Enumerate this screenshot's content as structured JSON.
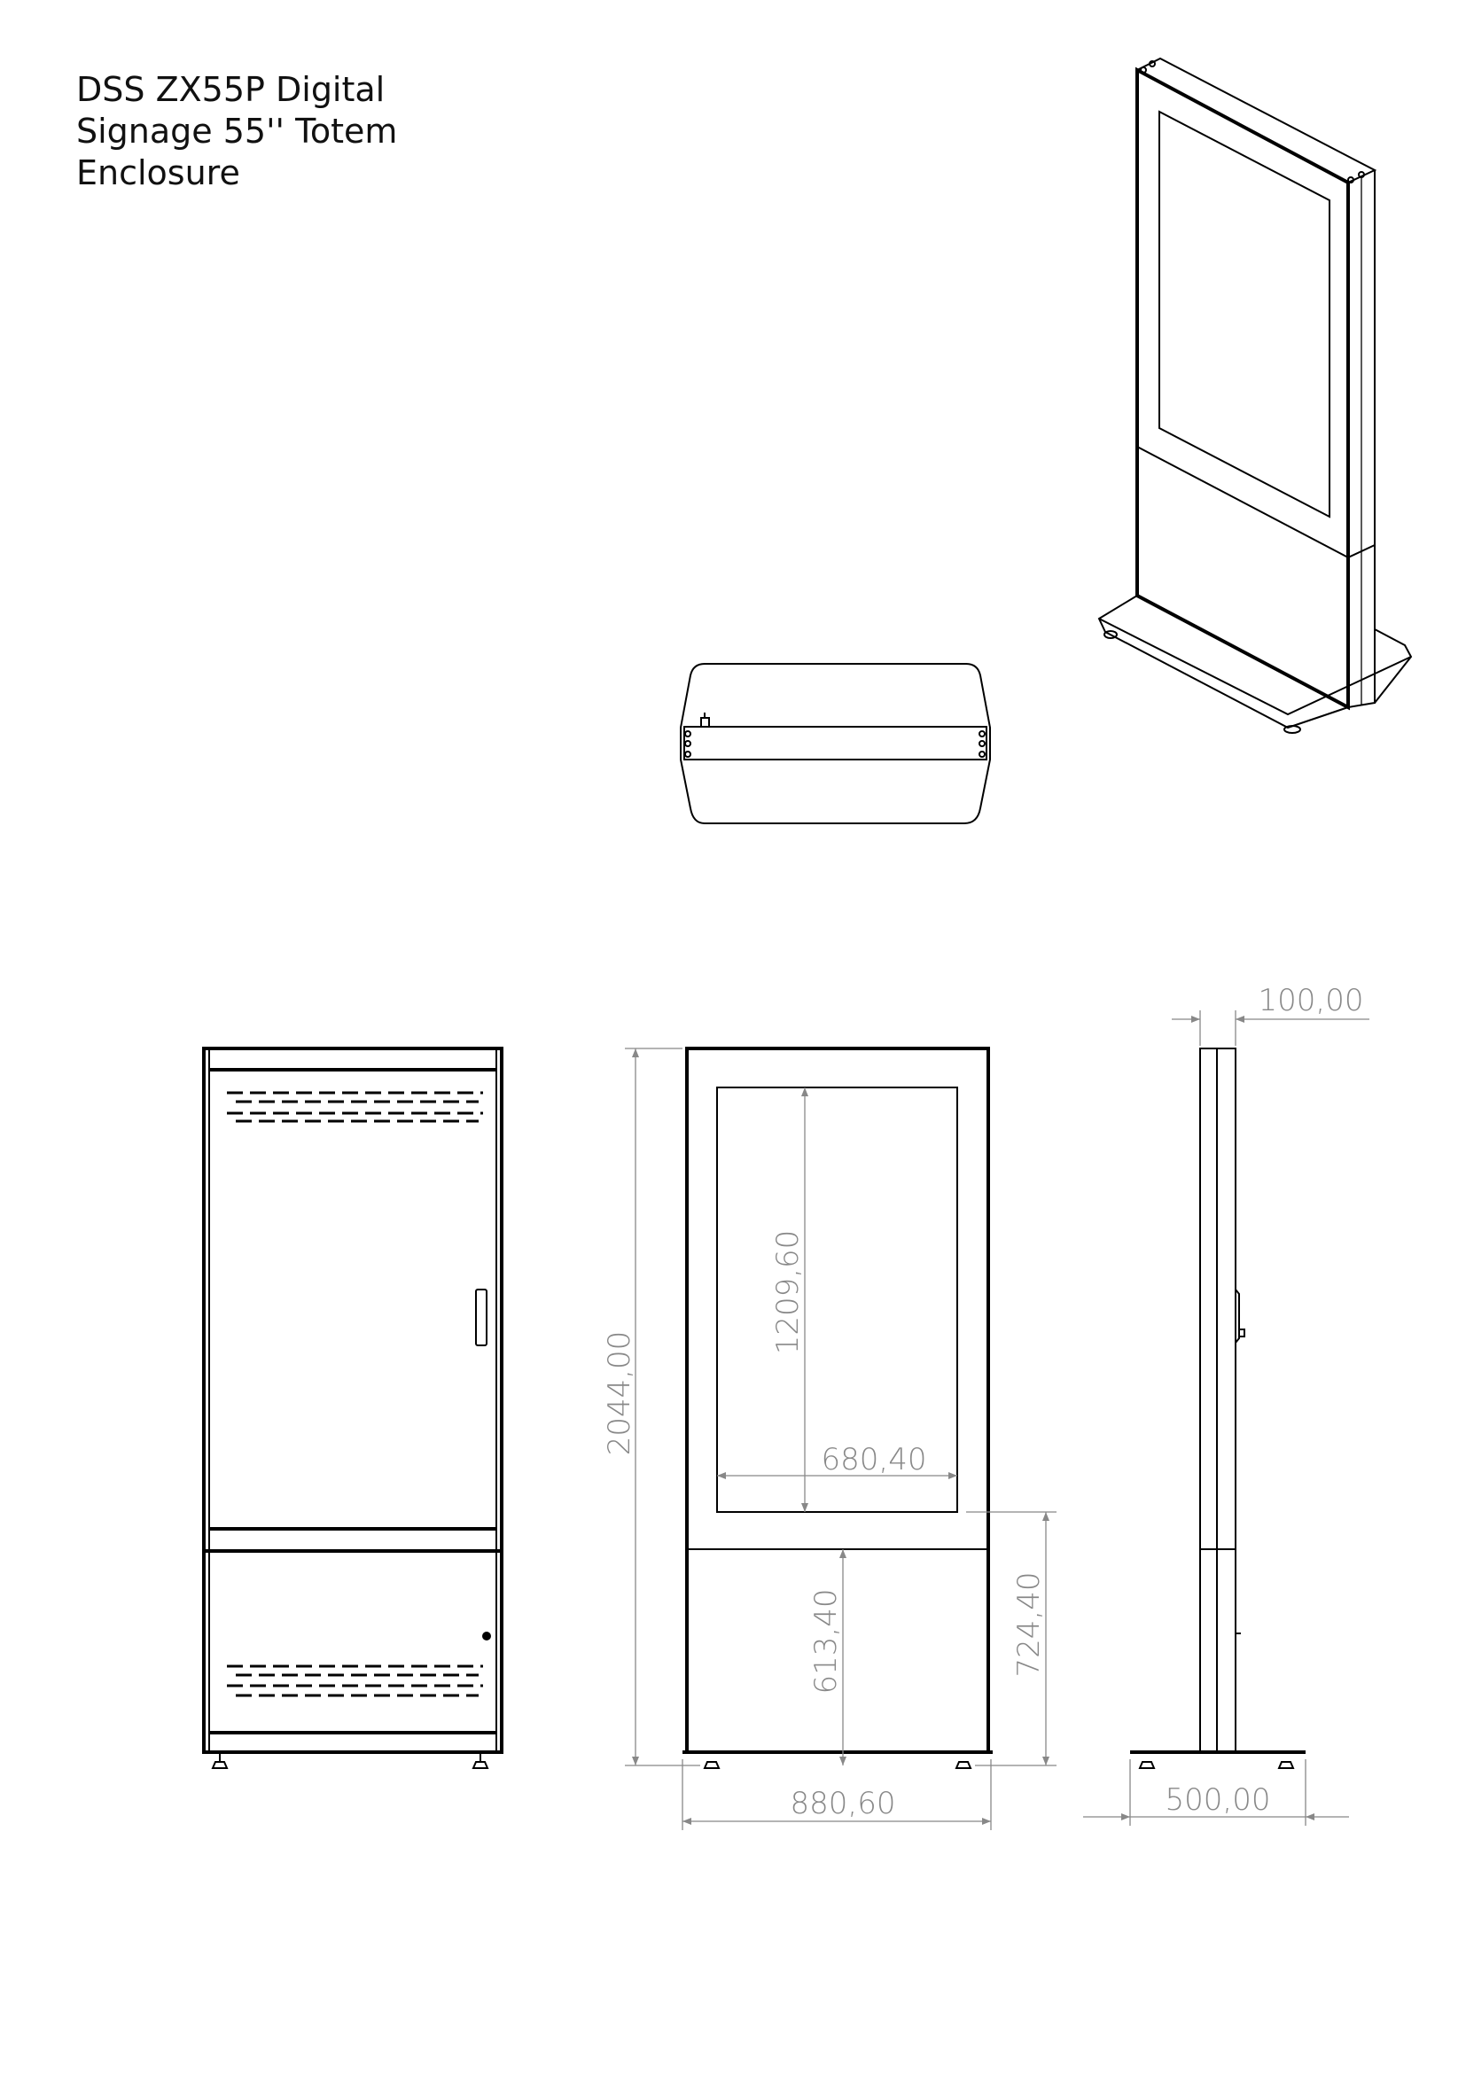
{
  "title": {
    "line1": "DSS ZX55P Digital",
    "line2": "Signage 55'' Totem",
    "line3": "Enclosure"
  },
  "dimensions": {
    "overall_height": "2044,00",
    "screen_height": "1209,60",
    "screen_width": "680,40",
    "lower_panel_height": "613,40",
    "screen_bottom_height": "724,40",
    "overall_width": "880,60",
    "depth": "100,00",
    "base_depth": "500,00"
  }
}
